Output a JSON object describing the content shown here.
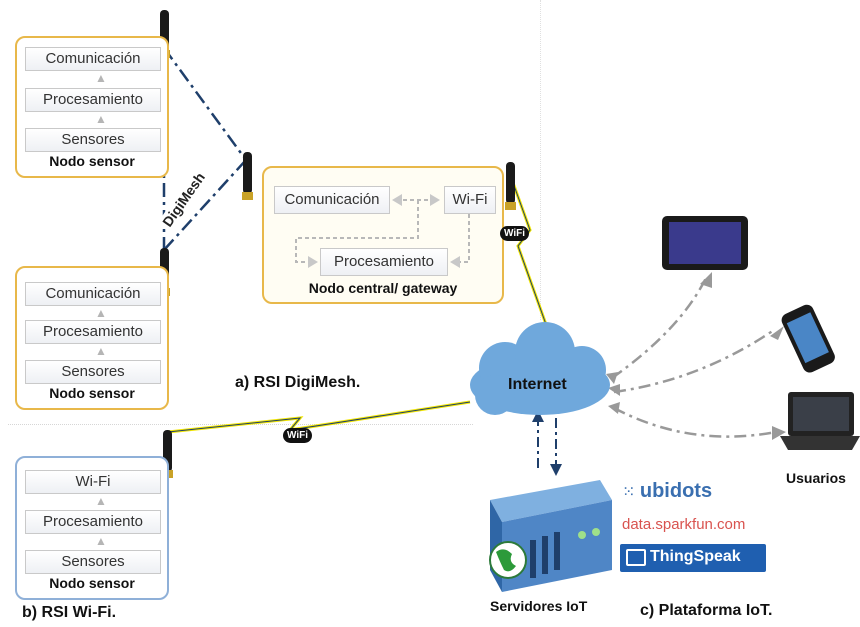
{
  "sensor_node_a1": {
    "layers": [
      "Comunicación",
      "Procesamiento",
      "Sensores"
    ],
    "title": "Nodo sensor"
  },
  "sensor_node_a2": {
    "layers": [
      "Comunicación",
      "Procesamiento",
      "Sensores"
    ],
    "title": "Nodo sensor"
  },
  "sensor_node_b": {
    "layers": [
      "Wi-Fi",
      "Procesamiento",
      "Sensores"
    ],
    "title": "Nodo sensor"
  },
  "central_node": {
    "comm": "Comunicación",
    "wifi": "Wi-Fi",
    "proc": "Procesamiento",
    "title": "Nodo central/ gateway"
  },
  "digimesh_label": "DigiMesh",
  "wifi_badge": "WiFi",
  "section_a": "a) RSI DigiMesh.",
  "section_b": "b) RSI Wi-Fi.",
  "section_c": "c) Plataforma IoT.",
  "internet": "Internet",
  "servers": "Servidores IoT",
  "users": "Usuarios",
  "platforms": {
    "ubidots": "ubidots",
    "sparkfun": "data.sparkfun.com",
    "thingspeak": "ThingSpeak"
  },
  "colors": {
    "orange_border": "#e8b84a",
    "blue_border": "#8fb0d8",
    "link_dash": "#1f3f6b",
    "cloud": "#6fa8dc",
    "thingspeak": "#1f5fb0",
    "sparkfun": "#d9534f"
  }
}
